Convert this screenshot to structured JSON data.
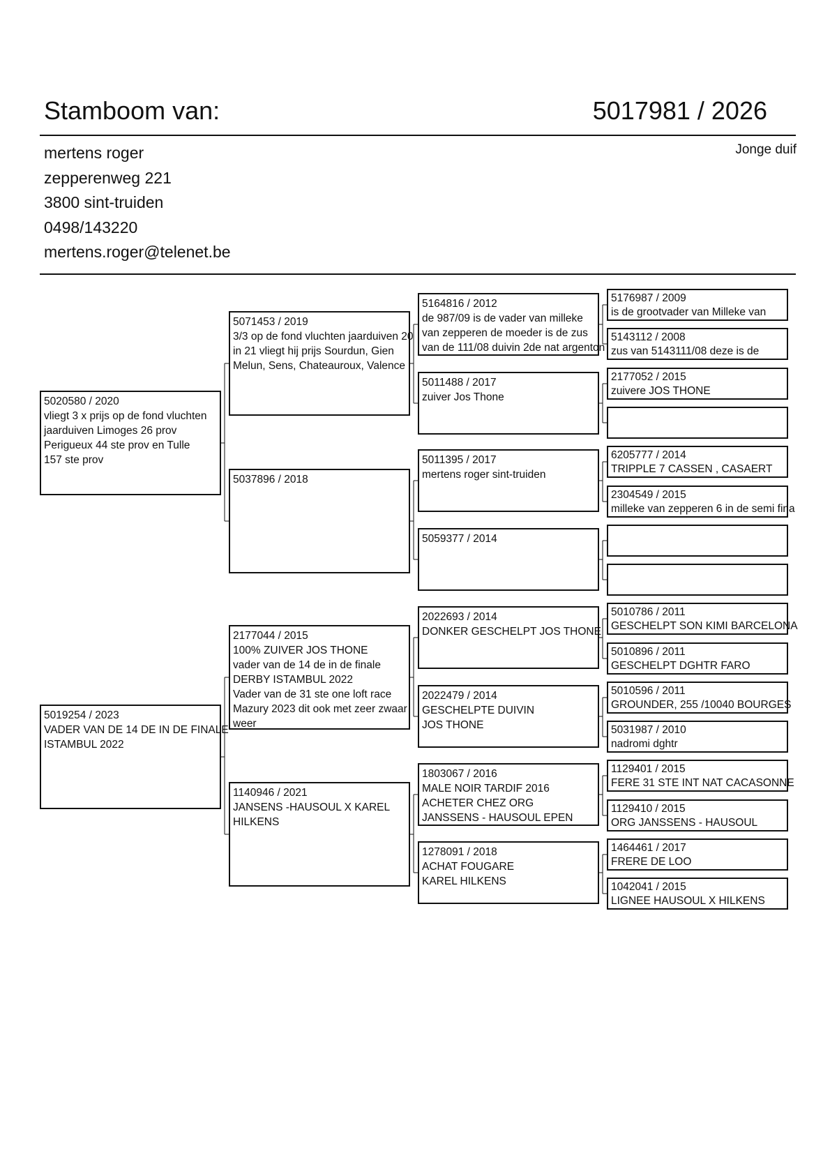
{
  "header": {
    "title": "Stamboom van:",
    "ring": "5017981 / 2026",
    "category": "Jonge duif"
  },
  "owner": {
    "name": "mertens roger",
    "street": "zepperenweg  221",
    "city": "3800  sint-truiden",
    "phone": "0498/143220",
    "email": "mertens.roger@telenet.be"
  },
  "pedigree": {
    "gen1": [
      {
        "ring": "5020580 / 2020",
        "lines": [
          "vliegt 3 x prijs op de fond vluchten",
          "jaarduiven Limoges 26 prov",
          "Perigueux 44 ste prov en Tulle",
          "157 ste prov"
        ]
      },
      {
        "ring": "5019254 / 2023",
        "lines": [
          "VADER VAN DE 14 DE IN DE FINALE",
          "ISTAMBUL 2022"
        ]
      }
    ],
    "gen2": [
      {
        "ring": "5071453 / 2019",
        "lines": [
          "3/3 op de fond vluchten jaarduiven 20",
          "in 21 vliegt hij prijs Sourdun, Gien",
          "Melun, Sens, Chateauroux, Valence"
        ]
      },
      {
        "ring": "5037896 / 2018",
        "lines": []
      },
      {
        "ring": "2177044 / 2015",
        "lines": [
          "100% ZUIVER JOS THONE",
          "vader van de 14 de in de finale",
          "DERBY ISTAMBUL 2022",
          "Vader van de 31 ste one loft race",
          "Mazury 2023 dit ook met zeer zwaar",
          "weer"
        ]
      },
      {
        "ring": "1140946 / 2021",
        "lines": [
          "JANSENS -HAUSOUL X KAREL",
          "HILKENS"
        ]
      }
    ],
    "gen3": [
      {
        "ring": "5164816 / 2012",
        "lines": [
          " de 987/09 is de vader van milleke",
          "van zepperen de moeder is de zus",
          "van de 111/08 duivin 2de nat argenton"
        ]
      },
      {
        "ring": "5011488 / 2017",
        "lines": [
          "zuiver Jos Thone"
        ]
      },
      {
        "ring": "5011395 / 2017",
        "lines": [
          "mertens roger  sint-truiden"
        ]
      },
      {
        "ring": "5059377 / 2014",
        "lines": []
      },
      {
        "ring": "2022693 / 2014",
        "lines": [
          "DONKER GESCHELPT JOS THONE"
        ]
      },
      {
        "ring": "2022479 / 2014",
        "lines": [
          "GESCHELPTE DUIVIN",
          "JOS THONE"
        ]
      },
      {
        "ring": "1803067 / 2016",
        "lines": [
          "MALE NOIR TARDIF 2016",
          "ACHETER CHEZ ORG",
          "JANSSENS - HAUSOUL  EPEN"
        ]
      },
      {
        "ring": "1278091 / 2018",
        "lines": [
          "ACHAT FOUGARE",
          "KAREL HILKENS"
        ]
      }
    ],
    "gen4": [
      {
        "ring": "5176987 / 2009",
        "lines": [
          "is de grootvader van Milleke van"
        ]
      },
      {
        "ring": "5143112 / 2008",
        "lines": [
          "zus van 5143111/08 deze is de"
        ]
      },
      {
        "ring": "2177052 / 2015",
        "lines": [
          "zuivere JOS THONE"
        ]
      },
      {
        "ring": "",
        "lines": []
      },
      {
        "ring": "6205777 / 2014",
        "lines": [
          "TRIPPLE 7 CASSEN , CASAERT"
        ]
      },
      {
        "ring": "2304549 / 2015",
        "lines": [
          "milleke van zepperen 6 in de semi fina"
        ]
      },
      {
        "ring": "",
        "lines": []
      },
      {
        "ring": "",
        "lines": []
      },
      {
        "ring": "5010786 / 2011",
        "lines": [
          "GESCHELPT SON KIMI BARCELONA"
        ]
      },
      {
        "ring": "5010896 / 2011",
        "lines": [
          "GESCHELPT DGHTR FARO"
        ]
      },
      {
        "ring": "5010596 / 2011",
        "lines": [
          "GROUNDER, 255 /10040 BOURGES"
        ]
      },
      {
        "ring": "5031987 / 2010",
        "lines": [
          "nadromi dghtr"
        ]
      },
      {
        "ring": "1129401 / 2015",
        "lines": [
          "FERE 31 STE INT NAT CACASONNE"
        ]
      },
      {
        "ring": "1129410 / 2015",
        "lines": [
          "ORG  JANSSENS - HAUSOUL"
        ]
      },
      {
        "ring": "1464461 / 2017",
        "lines": [
          "FRERE DE LOO"
        ]
      },
      {
        "ring": "1042041 / 2015",
        "lines": [
          "LIGNEE     HAUSOUL X HILKENS"
        ]
      }
    ]
  }
}
